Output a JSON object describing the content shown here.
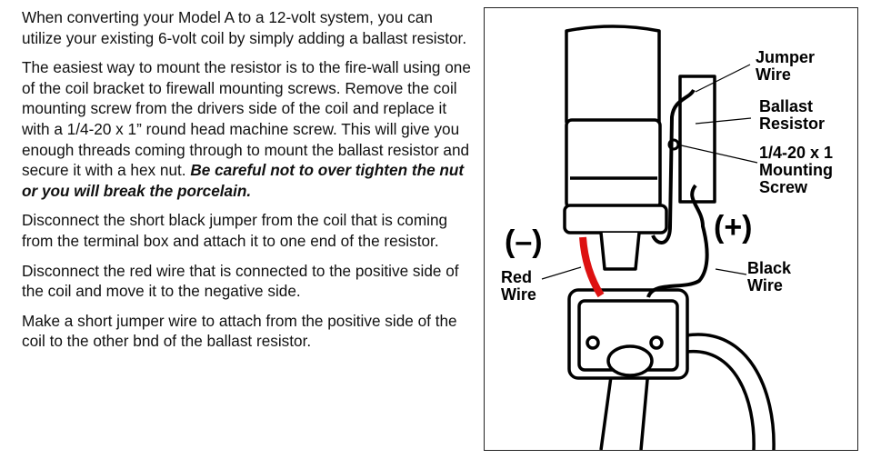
{
  "instructions": {
    "p1": "When converting your Model A to a 12-volt system, you can utilize your existing 6-volt coil by simply adding a ballast resistor.",
    "p2": "The easiest way to mount the resistor is to the fire-wall using one of the coil bracket to firewall mounting screws. Remove the coil mounting screw from the drivers side of the coil and replace it with a 1/4-20 x 1” round head machine screw. This will give you enough threads coming through to mount the ballast resistor and secure it with a hex nut.",
    "p2_warning": "Be careful not to over tighten the nut or you will break the porcelain.",
    "p3": "Disconnect the short black jumper from the coil that is coming from the terminal box and attach it to one end of the resistor.",
    "p4": "Disconnect the red wire that is connected to the positive side of the coil and move it to the negative side.",
    "p5": "Make a short jumper wire to attach from the positive side of the coil to the other bnd of the ballast resistor."
  },
  "diagram": {
    "labels": {
      "jumper_wire_1": "Jumper",
      "jumper_wire_2": "Wire",
      "ballast_1": "Ballast",
      "ballast_2": "Resistor",
      "screw_1": "1/4-20 x 1",
      "screw_2": "Mounting",
      "screw_3": "Screw",
      "negative": "(–)",
      "positive": "(+)",
      "red_wire_1": "Red",
      "red_wire_2": "Wire",
      "black_wire_1": "Black",
      "black_wire_2": "Wire"
    },
    "colors": {
      "red_wire": "#dd1111",
      "line": "#000000"
    }
  }
}
